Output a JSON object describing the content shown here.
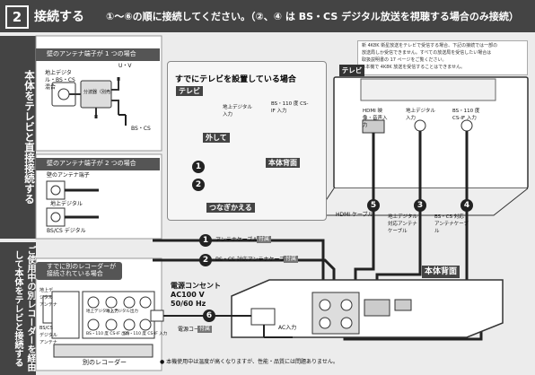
{
  "header": {
    "number": "2",
    "title": "接続する",
    "instruction": "①～⑥の順に接続してください。（②、④ は BS・CS デジタル放送を視聴する場合のみ接続）"
  },
  "side_labels": {
    "top": "本体をテレビと直接接続する",
    "bottom": "ご使用中の別レコーダーを経由して本体をテレビと接続する"
  },
  "section_titles": {
    "one_terminal": "壁のアンテナ端子が 1 つの場合",
    "two_terminals": "壁のアンテナ端子が 2 つの場合",
    "recorder_case": "すでに別のレコーダーが接続されている場合",
    "tv_case": "すでにテレビを設置している場合"
  },
  "one_terminal": {
    "wall_label": "地上デジタル・BS・CS 混合",
    "splitter": "分波器（別売）",
    "out_uv": "U・V",
    "out_bscs": "BS・CS"
  },
  "two_terminals": {
    "wall": "壁のアンテナ端子",
    "terrestrial": "地上デジタル",
    "bscs": "BS/CS デジタル"
  },
  "tv_case": {
    "tv": "テレビ",
    "terrestrial_in": "地上デジタル入力",
    "bs_in": "BS・110 度 CS-IF 入力",
    "remove": "外して",
    "rear": "本体背面",
    "reconnect": "つなぎかえる"
  },
  "tv": {
    "mark": "テレビ",
    "note": [
      "新 4K8K 衛星放送をテレビで受信する場合、下記の接続では一部の",
      "放送局しか受信できません。すべての放送局を受信したい場合は",
      "取扱説明書の 17 ページをご覧ください。",
      "※本機で 4K8K 放送を受信することはできません。"
    ],
    "hdmi_in": "HDMI 映像・音声入力",
    "terrestrial_in": "地上デジタル入力",
    "bs_in": "BS・110 度 CS-IF 入力"
  },
  "cables": {
    "hdmi": "HDMI ケーブル",
    "terrestrial": "地上デジタル 対応アンテナ ケーブル",
    "bscs": "BS・CS 対応 アンテナケーブル",
    "antenna1": "アンテナケーブル",
    "antenna2": "BS・CS 対応アンテナケーブル",
    "power_cord": "電源コード",
    "tag_sold": "付属"
  },
  "recorder": {
    "rear": "本体背面",
    "outlet": "電源コンセント",
    "ac_spec": "AC100 V",
    "hz": "50/60 Hz",
    "acin": "AC入力",
    "other": "別のレコーダー",
    "ports": [
      "地上デジタル入力",
      "地上デジタル出力",
      "BS・110 度 CS-IF 入力",
      "BS・110 度 CS-IF 出力"
    ],
    "left_labels": [
      "地上デジタル アンテナ",
      "BS/CS デジタル アンテナ"
    ]
  },
  "steps": [
    "1",
    "2",
    "3",
    "4",
    "5",
    "6"
  ],
  "footnote": "● 本機使用中は温度が高くなりますが、性能・品質には問題ありません。"
}
